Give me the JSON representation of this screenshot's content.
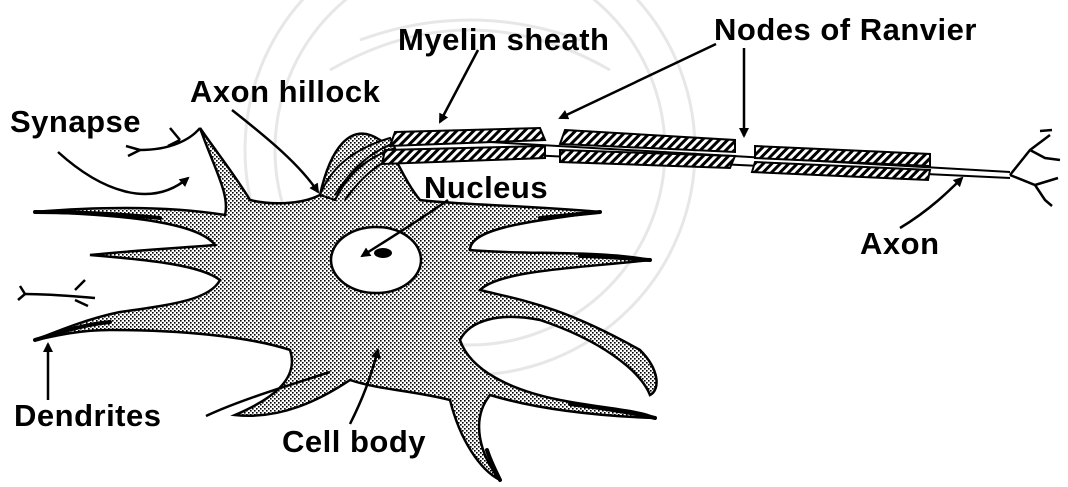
{
  "diagram": {
    "colors": {
      "ink": "#000000",
      "background": "#ffffff",
      "watermark": "#cfcfcf"
    },
    "labels": {
      "myelin_sheath": "Myelin sheath",
      "nodes_of_ranvier": "Nodes of Ranvier",
      "axon_hillock": "Axon hillock",
      "synapse": "Synapse",
      "nucleus": "Nucleus",
      "axon": "Axon",
      "dendrites": "Dendrites",
      "cell_body": "Cell body"
    }
  }
}
